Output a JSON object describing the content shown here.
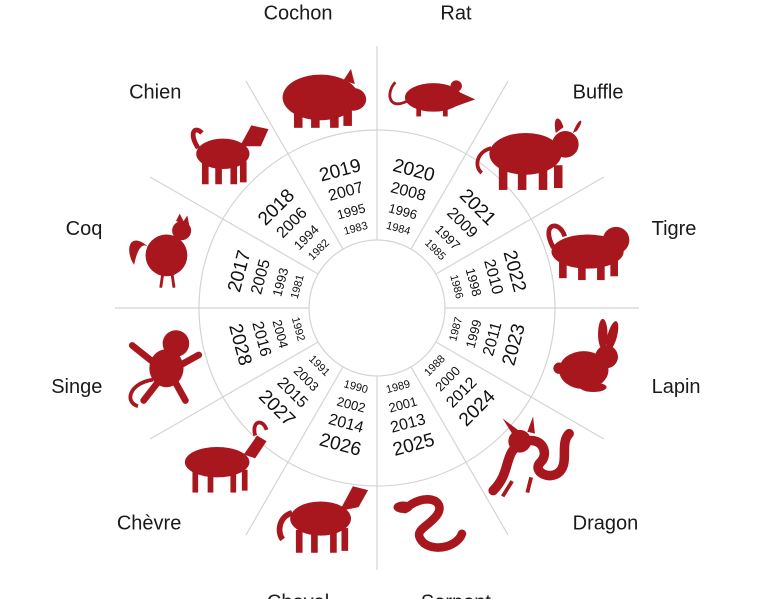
{
  "accent_color": "#a8171e",
  "segments": [
    {
      "key": "rat",
      "label": "Rat",
      "icon": "rat-icon",
      "years": [
        "2020",
        "2008",
        "1996",
        "1984"
      ]
    },
    {
      "key": "buffle",
      "label": "Buffle",
      "icon": "ox-icon",
      "years": [
        "2021",
        "2009",
        "1997",
        "1985"
      ]
    },
    {
      "key": "tigre",
      "label": "Tigre",
      "icon": "tiger-icon",
      "years": [
        "2022",
        "2010",
        "1998",
        "1986"
      ]
    },
    {
      "key": "lapin",
      "label": "Lapin",
      "icon": "rabbit-icon",
      "years": [
        "2023",
        "2011",
        "1999",
        "1987"
      ]
    },
    {
      "key": "dragon",
      "label": "Dragon",
      "icon": "dragon-icon",
      "years": [
        "2024",
        "2012",
        "2000",
        "1988"
      ]
    },
    {
      "key": "serpent",
      "label": "Serpent",
      "icon": "snake-icon",
      "years": [
        "2025",
        "2013",
        "2001",
        "1989"
      ]
    },
    {
      "key": "cheval",
      "label": "Cheval",
      "icon": "horse-icon",
      "years": [
        "2026",
        "2014",
        "2002",
        "1990"
      ]
    },
    {
      "key": "chevre",
      "label": "Chèvre",
      "icon": "goat-icon",
      "years": [
        "2027",
        "2015",
        "2003",
        "1991"
      ]
    },
    {
      "key": "singe",
      "label": "Singe",
      "icon": "monkey-icon",
      "years": [
        "2028",
        "2016",
        "2004",
        "1992"
      ]
    },
    {
      "key": "coq",
      "label": "Coq",
      "icon": "rooster-icon",
      "years": [
        "2017",
        "2005",
        "1993",
        "1981"
      ]
    },
    {
      "key": "chien",
      "label": "Chien",
      "icon": "dog-icon",
      "years": [
        "2018",
        "2006",
        "1994",
        "1982"
      ]
    },
    {
      "key": "cochon",
      "label": "Cochon",
      "icon": "pig-icon",
      "years": [
        "2019",
        "2007",
        "1995",
        "1983"
      ]
    }
  ]
}
